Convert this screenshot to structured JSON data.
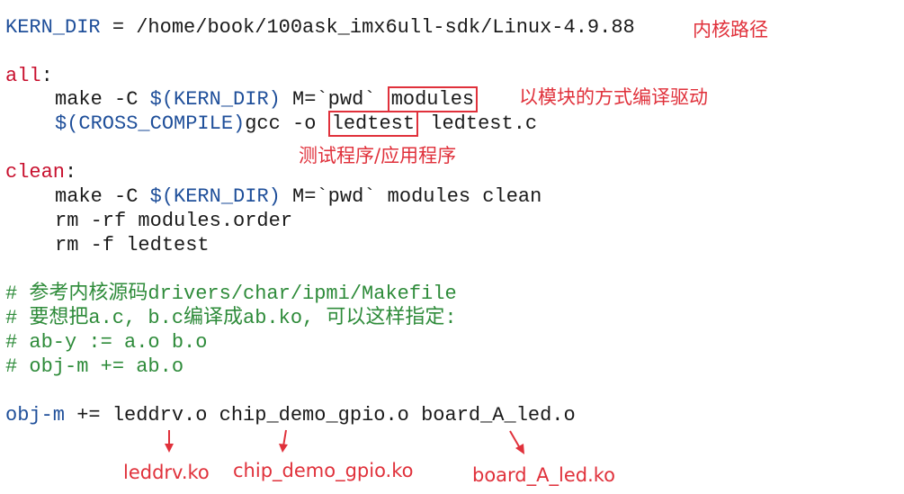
{
  "code": {
    "kern_dir": {
      "var": "KERN_DIR",
      "rest": " = /home/book/100ask_imx6ull-sdk/Linux-4.9.88"
    },
    "all_target": "all",
    "all_colon": ":",
    "make_modules": {
      "pre": "make -C ",
      "var": "$(KERN_DIR)",
      "mid": " M=`pwd` ",
      "boxed": "modules"
    },
    "cross_gcc": {
      "var": "$(CROSS_COMPILE)",
      "mid": "gcc -o ",
      "boxed": "ledtest",
      "post": " ledtest.c"
    },
    "clean_target": "clean",
    "clean_colon": ":",
    "make_clean": {
      "pre": "make -C ",
      "var": "$(KERN_DIR)",
      "post": " M=`pwd` modules clean"
    },
    "rm_order": "rm -rf modules.order",
    "rm_ledtest": "rm -f ledtest",
    "comment1": "# 参考内核源码drivers/char/ipmi/Makefile",
    "comment2": "# 要想把a.c, b.c编译成ab.ko, 可以这样指定:",
    "comment3": "# ab-y := a.o b.o",
    "comment4": "# obj-m += ab.o",
    "objm": {
      "var": "obj-m",
      "op": " +=",
      "rest": " leddrv.o chip_demo_gpio.o board_A_led.o"
    }
  },
  "annotations": {
    "kernel_path": "内核路径",
    "module_build": "以模块的方式编译驱动",
    "test_program": "测试程序/应用程序",
    "leddrv_ko": "leddrv.ko",
    "chip_demo_ko": "chip_demo_gpio.ko",
    "board_ko": "board_A_led.ko"
  },
  "colors": {
    "variable": "#1f4f9a",
    "target": "#c8102e",
    "comment": "#2e8b3a",
    "annotation": "#e0313b"
  }
}
